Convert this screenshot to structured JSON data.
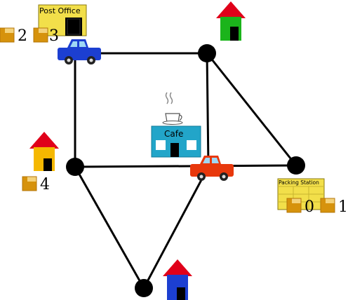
{
  "locations": {
    "post_office": "Post Office",
    "cafe": "Cafe",
    "packing_station": "Packing Station"
  },
  "packages": [
    {
      "id": "2",
      "at": "post-office"
    },
    {
      "id": "3",
      "at": "post-office"
    },
    {
      "id": "4",
      "at": "yellow-house"
    },
    {
      "id": "0",
      "at": "packing-station"
    },
    {
      "id": "1",
      "at": "packing-station"
    }
  ],
  "vehicles": [
    {
      "id": "blue-truck",
      "color": "#1c3fd1"
    },
    {
      "id": "red-truck",
      "color": "#e8380c"
    }
  ],
  "houses": [
    {
      "id": "green-house",
      "wall": "#1bb41b",
      "roof": "#e0001a"
    },
    {
      "id": "yellow-house",
      "wall": "#f5b800",
      "roof": "#e0001a"
    },
    {
      "id": "blue-house",
      "wall": "#1c3fd1",
      "roof": "#e0001a"
    }
  ],
  "colors": {
    "road": "#000000",
    "package": "#d6920c",
    "cafe": "#22a5c9",
    "post_office": "#f2df4a",
    "packing_station": "#f2df4a"
  }
}
